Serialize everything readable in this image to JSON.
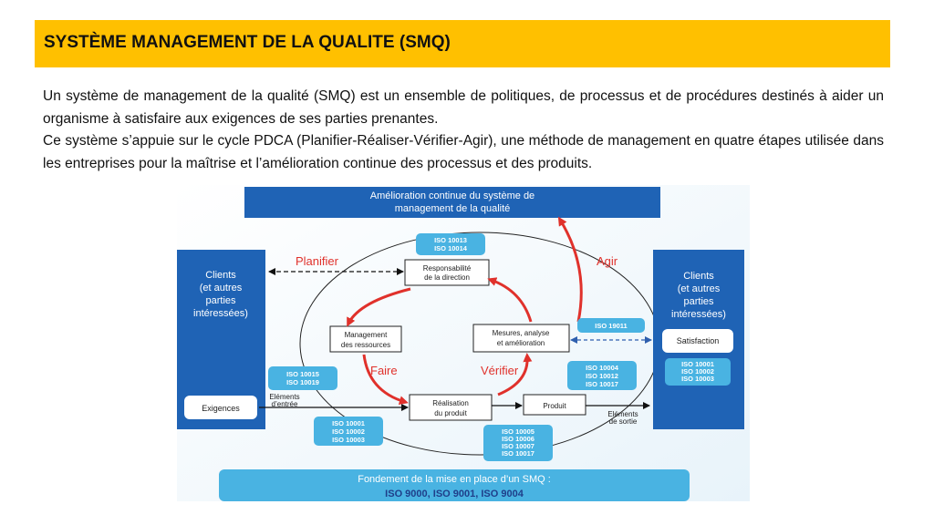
{
  "title": "SYSTÈME MANAGEMENT DE LA QUALITE (SMQ)",
  "paragraphs": [
    "Un système de management de la qualité (SMQ) est un ensemble de politiques, de processus et de procédures destinés à aider un organisme à satisfaire aux exigences de ses parties prenantes.",
    "Ce système s’appuie sur le cycle PDCA (Planifier-Réaliser-Vérifier-Agir), une méthode de management en quatre étapes utilisée dans les entreprises pour la maîtrise et l’amélioration continue des processus et des produits."
  ],
  "diagram": {
    "top_banner": {
      "line1": "Amélioration continue du système de",
      "line2": "management de la qualité"
    },
    "clients_left": [
      "Clients",
      "(et autres",
      "parties",
      "intéressées)"
    ],
    "clients_right": [
      "Clients",
      "(et autres",
      "parties",
      "intéressées)"
    ],
    "exigences": "Exigences",
    "satisfaction": "Satisfaction",
    "elements_entree": [
      "Eléments",
      "d’entrée"
    ],
    "elements_sortie": [
      "Eléments",
      "de sortie"
    ],
    "phases": {
      "planifier": "Planifier",
      "agir": "Agir",
      "faire": "Faire",
      "verifier": "Vérifier"
    },
    "boxes": {
      "responsabilite": [
        "Responsabilité",
        "de la direction"
      ],
      "management": [
        "Management",
        "des ressources"
      ],
      "mesures": [
        "Mesures, analyse",
        "et amélioration"
      ],
      "realisation": [
        "Réalisation",
        "du produit"
      ],
      "produit": "Produit"
    },
    "iso_tags": {
      "top": [
        "ISO 10013",
        "ISO 10014"
      ],
      "mesures": [
        "ISO 19011"
      ],
      "left": [
        "ISO 10015",
        "ISO 10019"
      ],
      "bottom_left": [
        "ISO 10001",
        "ISO 10002",
        "ISO 10003"
      ],
      "bottom_center": [
        "ISO 10005",
        "ISO 10006",
        "ISO 10007",
        "ISO 10017"
      ],
      "right_mid": [
        "ISO 10004",
        "ISO 10012",
        "ISO 10017"
      ],
      "right_panel": [
        "ISO 10001",
        "ISO 10002",
        "ISO 10003"
      ]
    },
    "bottom_banner": {
      "line1": "Fondement de la mise en place d’un SMQ :",
      "line2": "ISO 9000, ISO 9001, ISO 9004"
    },
    "colors": {
      "dark_blue": "#1f63b5",
      "light_blue": "#49b3e2",
      "red": "#e0312b",
      "title_yellow": "#ffc000"
    }
  }
}
